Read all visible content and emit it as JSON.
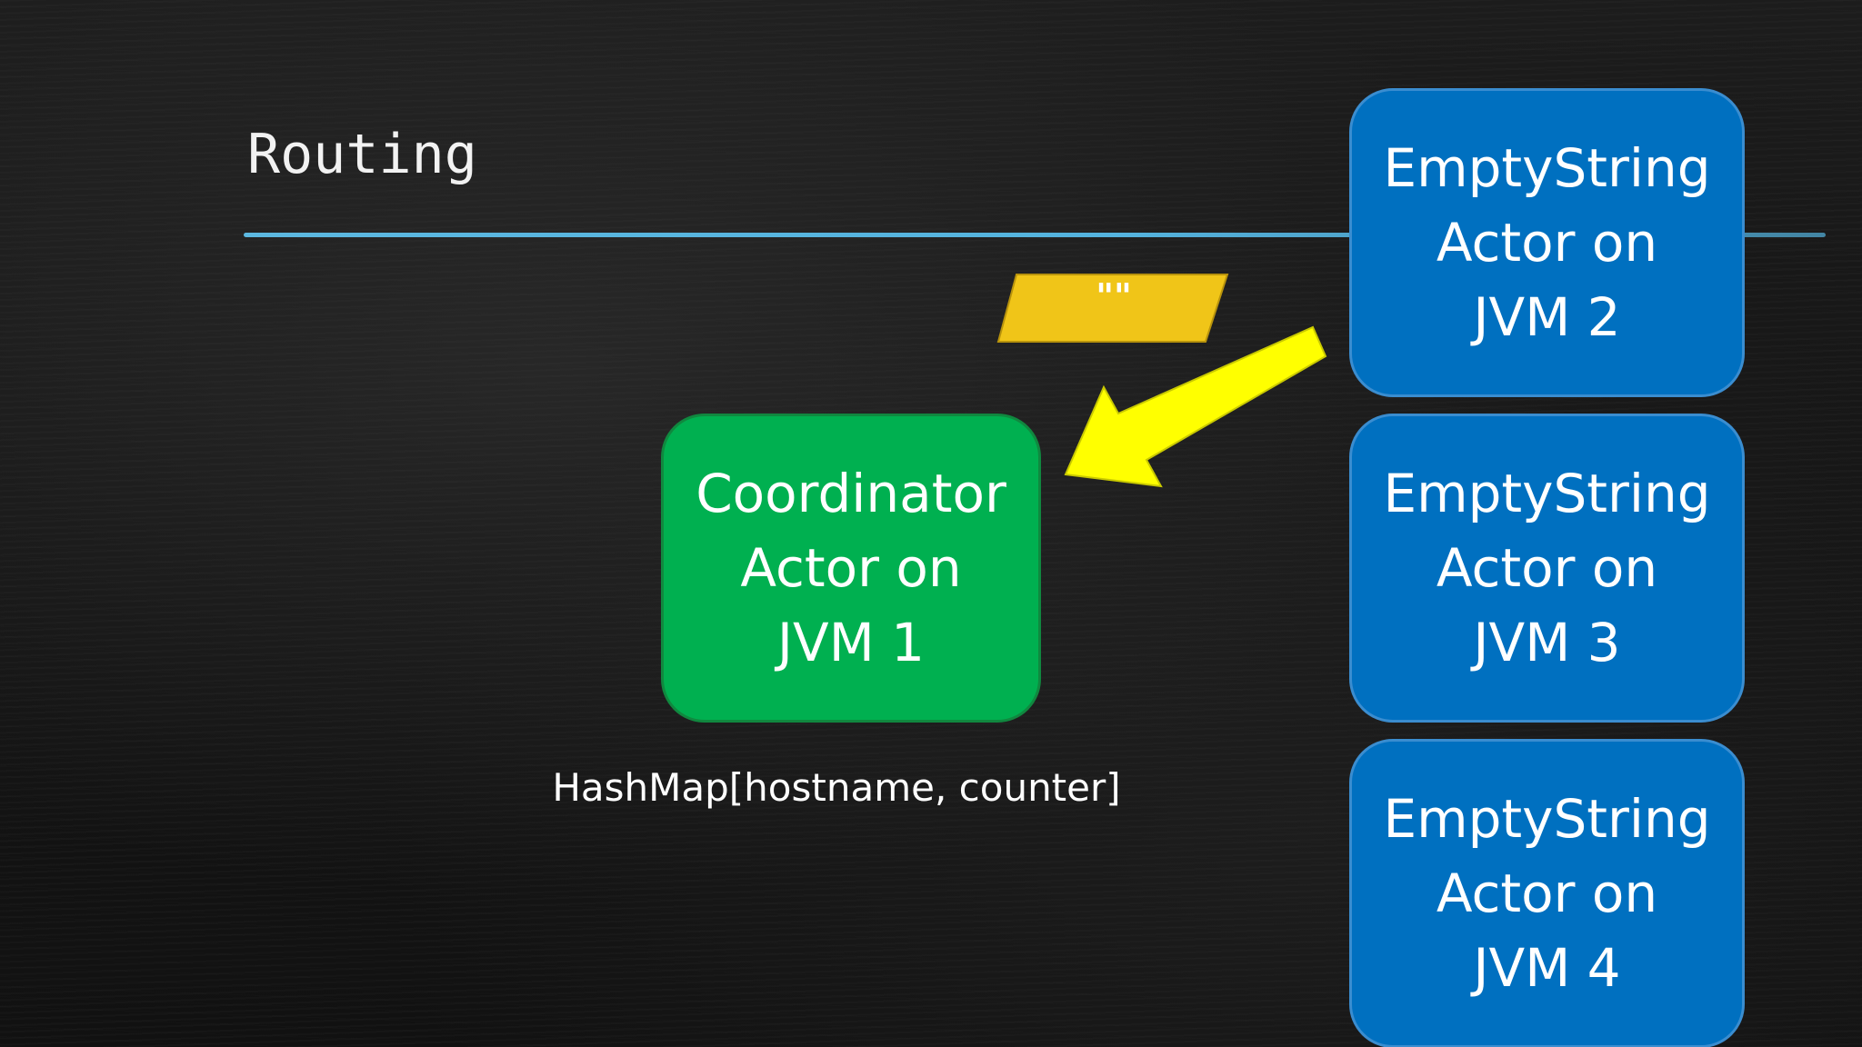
{
  "slide": {
    "title": "Routing",
    "accent_color": "#54b3de"
  },
  "coordinator": {
    "label": "Coordinator\nActor on\nJVM 1",
    "color": "#00b050"
  },
  "workers": [
    {
      "label": "EmptyString\nActor on\nJVM 2",
      "color": "#0070c0"
    },
    {
      "label": "EmptyString\nActor on\nJVM 3",
      "color": "#0070c0"
    },
    {
      "label": "EmptyString\nActor on\nJVM 4",
      "color": "#0070c0"
    }
  ],
  "message": {
    "label": "\"\"",
    "color": "#f0c518"
  },
  "arrow": {
    "direction": "from JVM 2 to Coordinator",
    "color": "#ffff00"
  },
  "hashmap_label": "HashMap[hostname, counter]"
}
